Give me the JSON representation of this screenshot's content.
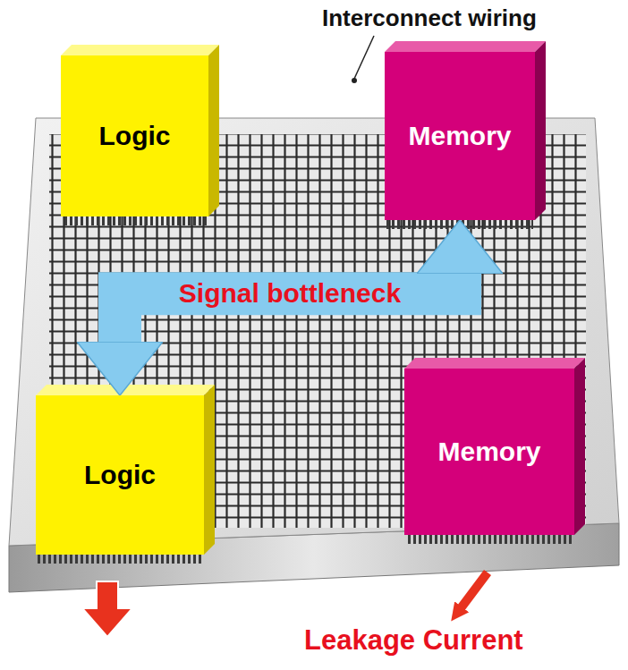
{
  "diagram": {
    "nodes": [
      {
        "text": [
          "Logic"
        ]
      },
      {
        "text": [
          "Memory"
        ]
      },
      {
        "text": [
          "Logic"
        ]
      },
      {
        "text": [
          "Memory"
        ]
      }
    ],
    "edges": [
      {
        "from": 2,
        "to": 1,
        "arrow": "both",
        "label": "Signal bottleneck"
      }
    ],
    "labels": [
      "Interconnect wiring",
      "Leakage Current"
    ]
  }
}
